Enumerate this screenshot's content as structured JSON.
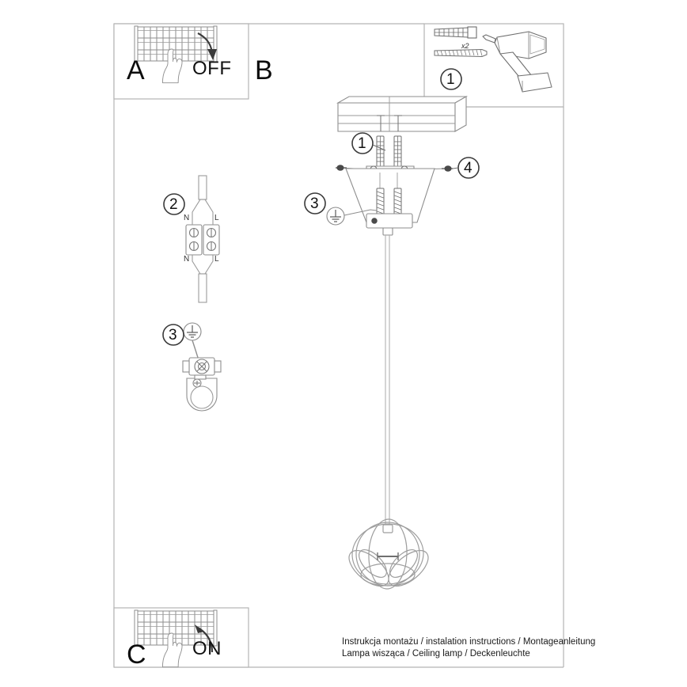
{
  "document": {
    "type": "assembly-instruction-sheet",
    "product": "Ceiling lamp / pendant lamp",
    "background_color": "#ffffff",
    "line_color": "#9a9a9a",
    "dark_line_color": "#3a3a3a"
  },
  "panels": {
    "a": {
      "letter": "A",
      "action_label": "OFF",
      "icon": "circuit-breaker-panel",
      "hand": "pointing-hand",
      "arrow_direction": "down"
    },
    "b": {
      "letter": "B"
    },
    "c": {
      "letter": "C",
      "action_label": "ON",
      "icon": "circuit-breaker-panel",
      "hand": "pointing-hand",
      "arrow_direction": "up"
    },
    "parts": {
      "callout": "1",
      "quantity_label": "x2",
      "items": [
        "wall-plug-anchor",
        "screw",
        "power-drill"
      ]
    }
  },
  "callouts": [
    {
      "id": "c1-ceiling",
      "number": "1"
    },
    {
      "id": "c2-terminal",
      "number": "2"
    },
    {
      "id": "c3-earth-left",
      "number": "3"
    },
    {
      "id": "c3-bracket",
      "number": "3"
    },
    {
      "id": "c4-bracket",
      "number": "4"
    }
  ],
  "terminal_block": {
    "callout": "2",
    "labels_top": {
      "left": "N",
      "right": "L"
    },
    "labels_bottom": {
      "left": "N",
      "right": "L"
    }
  },
  "earth_detail": {
    "callout": "3",
    "symbol": "earth-ground-symbol"
  },
  "footer": {
    "line1": "Instrukcja montażu / instalation instructions / Montageanleitung",
    "line2": "Lampa wisząca / Ceiling lamp / Deckenleuchte"
  }
}
